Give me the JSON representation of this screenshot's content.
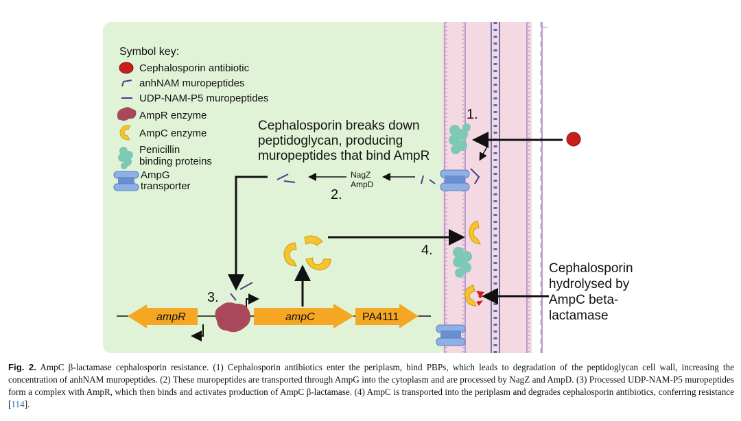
{
  "symbol_key": {
    "title": "Symbol key:",
    "items": [
      "Cephalosporin antibiotic",
      "anhNAM muropeptides",
      "UDP-NAM-P5 muropeptides",
      "AmpR enzyme",
      "AmpC enzyme",
      "Penicillin",
      "binding proteins",
      "AmpG",
      "transporter"
    ]
  },
  "labels": {
    "step1_text": [
      "Cephalosporin breaks down",
      "peptidoglycan, producing",
      "muropeptides that bind AmpR"
    ],
    "step1_num": "1.",
    "step2_num": "2.",
    "step3_num": "3.",
    "step4_num": "4.",
    "enzymes": [
      "NagZ",
      "AmpD"
    ],
    "hydrolysis_text": [
      "Cephalosporin",
      "hydrolysed by",
      "AmpC beta-",
      "lactamase"
    ]
  },
  "genes": {
    "ampR": "ampR",
    "ampC": "ampC",
    "pa4111": "PA4111"
  },
  "colors": {
    "cytoplasm": "#e1f3d6",
    "periplasm": "#f4d8e2",
    "membrane": "#b79ac8",
    "gene_arrow": "#f5a623",
    "antibiotic": "#c81e1e",
    "ampr": "#a8485a",
    "ampc": "#f6c52e",
    "pbp": "#7ec8b6",
    "ampg": "#6a8fd0",
    "muropeptide": "#4a3a8a",
    "link": "#1f6fb2"
  },
  "caption": {
    "label": "Fig. 2.",
    "text": "AmpC β-lactamase cephalosporin resistance. (1) Cephalosporin antibiotics enter the periplasm, bind PBPs, which leads to degradation of the peptidoglycan cell wall, increasing the concentration of anhNAM muropeptides. (2) These muropeptides are transported through AmpG into the cytoplasm and are processed by NagZ and AmpD. (3) Processed UDP-NAM-P5 muropeptides form a complex with AmpR, which then binds and activates production of AmpC β-lactamase. (4) AmpC is transported into the periplasm and degrades cephalosporin antibiotics, conferring resistance [",
    "ref": "114",
    "end": "]."
  }
}
